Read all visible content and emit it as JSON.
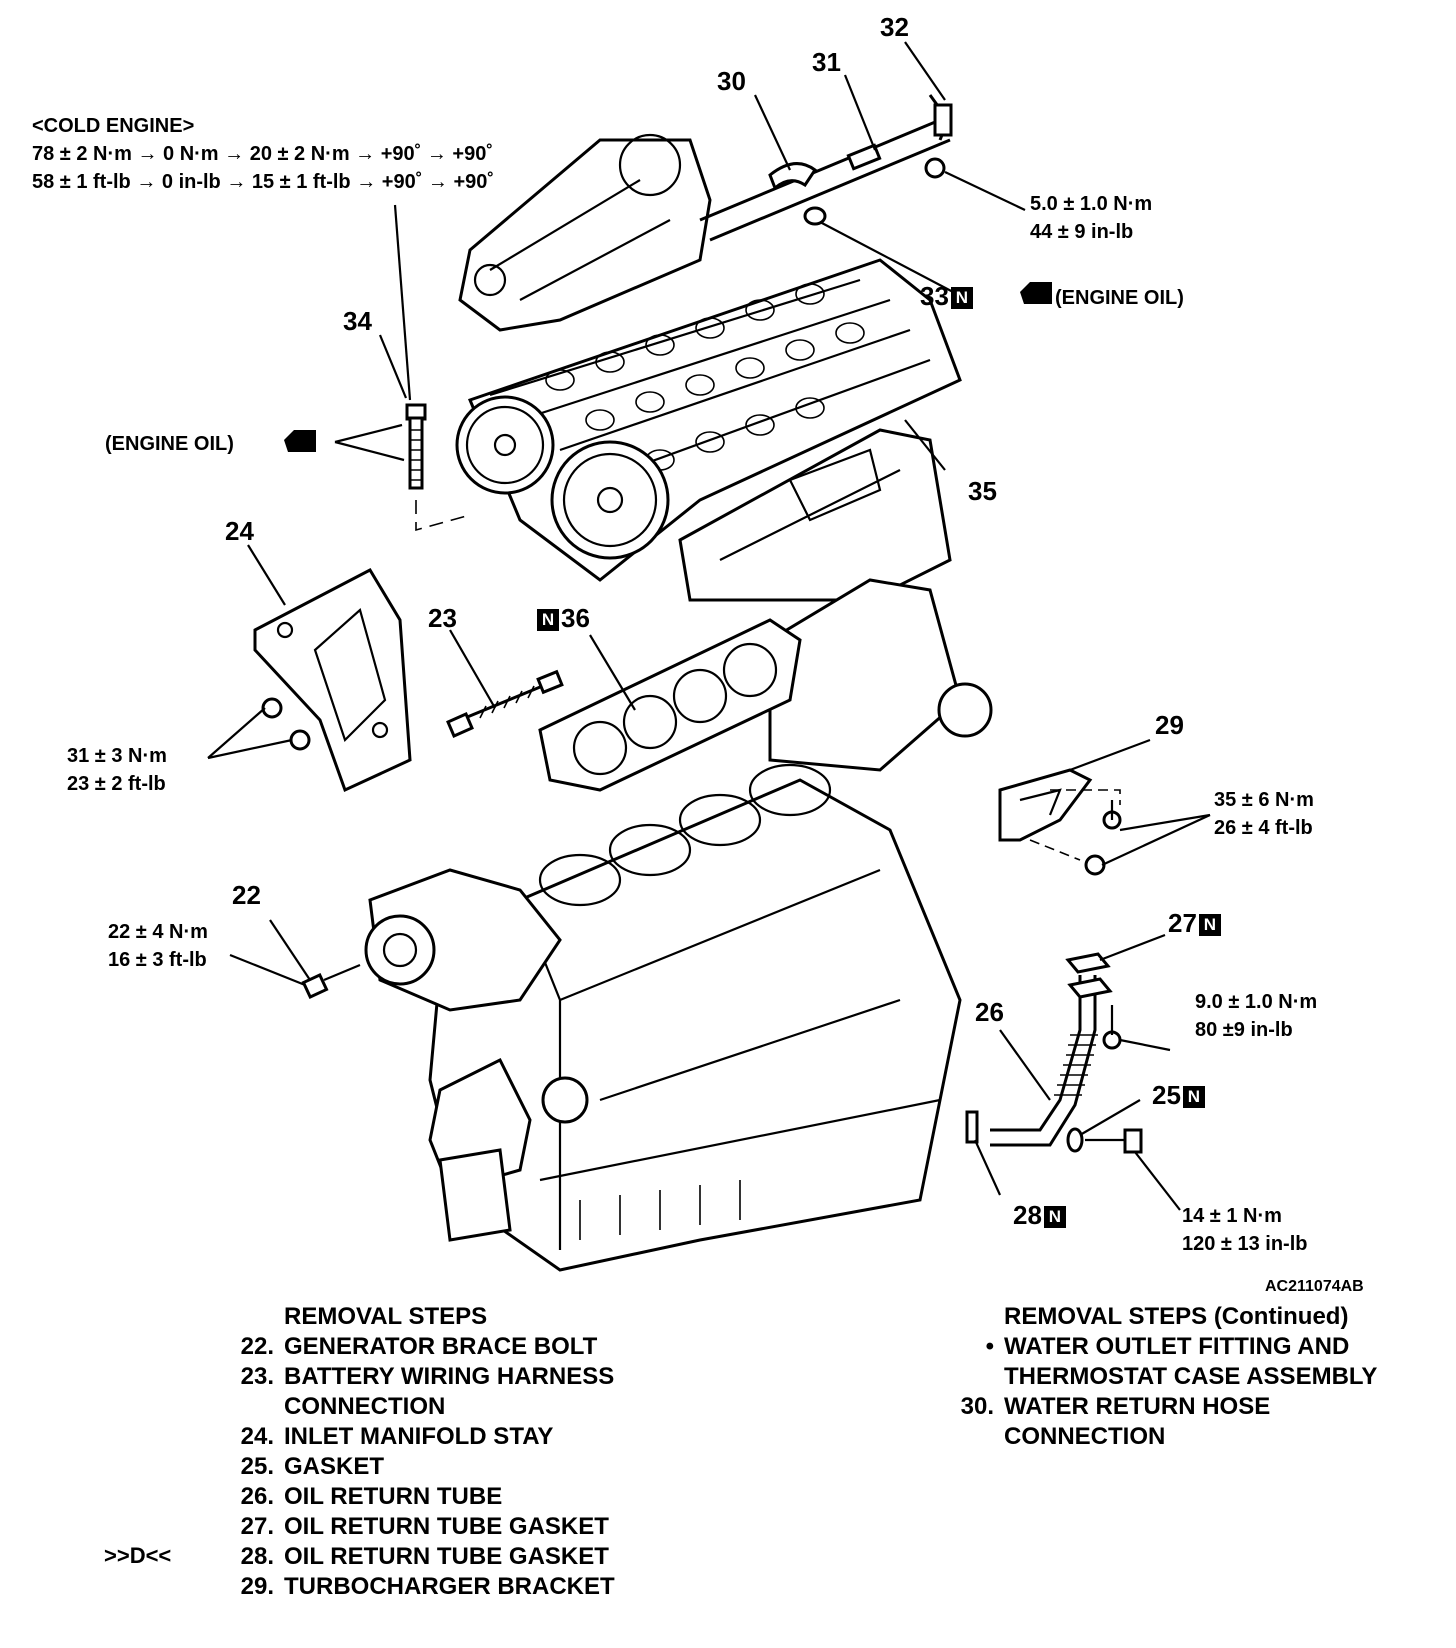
{
  "figure_code": "AC211074AB",
  "callouts": {
    "c22": "22",
    "c23": "23",
    "c24": "24",
    "c25": "25",
    "c26": "26",
    "c27": "27",
    "c28": "28",
    "c29": "29",
    "c30": "30",
    "c31": "31",
    "c32": "32",
    "c33": "33",
    "c34": "34",
    "c35": "35",
    "c36": "36",
    "new_part_marker": "N"
  },
  "cold_engine": {
    "title": "<COLD ENGINE>",
    "line1": "78 ± 2 N·m → 0 N·m → 20 ± 2 N·m → +90˚ → +90˚",
    "line2": "58 ± 1 ft-lb → 0 in-lb → 15 ± 1 ft-lb → +90˚ → +90˚"
  },
  "torque": {
    "t32_metric": "5.0 ± 1.0 N·m",
    "t32_imperial": "44 ± 9 in-lb",
    "t24_metric": "31 ± 3 N·m",
    "t24_imperial": "23 ± 2 ft-lb",
    "t29_metric": "35 ± 6 N·m",
    "t29_imperial": "26 ± 4 ft-lb",
    "t22_metric": "22 ± 4 N·m",
    "t22_imperial": "16 ± 3 ft-lb",
    "t26_metric": "9.0 ± 1.0 N·m",
    "t26_imperial": "80 ±9 in-lb",
    "t25_metric": "14 ± 1 N·m",
    "t25_imperial": "120 ± 13 in-lb"
  },
  "oil_note": "(ENGINE OIL)",
  "oil_note_left": "(ENGINE OIL)",
  "removal_steps": {
    "title": "REMOVAL STEPS",
    "marker": ">>D<<",
    "items": [
      {
        "num": "22.",
        "text": "GENERATOR BRACE BOLT"
      },
      {
        "num": "23.",
        "text": "BATTERY WIRING HARNESS"
      },
      {
        "num": "",
        "text": "CONNECTION"
      },
      {
        "num": "24.",
        "text": "INLET MANIFOLD STAY"
      },
      {
        "num": "25.",
        "text": "GASKET"
      },
      {
        "num": "26.",
        "text": "OIL RETURN TUBE"
      },
      {
        "num": "27.",
        "text": "OIL RETURN TUBE GASKET"
      },
      {
        "num": "28.",
        "text": "OIL RETURN TUBE GASKET"
      },
      {
        "num": "29.",
        "text": "TURBOCHARGER BRACKET"
      }
    ]
  },
  "removal_steps_cont": {
    "title": "REMOVAL STEPS (Continued)",
    "items": [
      {
        "num": "•",
        "text": "WATER OUTLET FITTING AND"
      },
      {
        "num": "",
        "text": "THERMOSTAT CASE ASSEMBLY"
      },
      {
        "num": "30.",
        "text": "WATER RETURN HOSE"
      },
      {
        "num": "",
        "text": "CONNECTION"
      }
    ]
  }
}
